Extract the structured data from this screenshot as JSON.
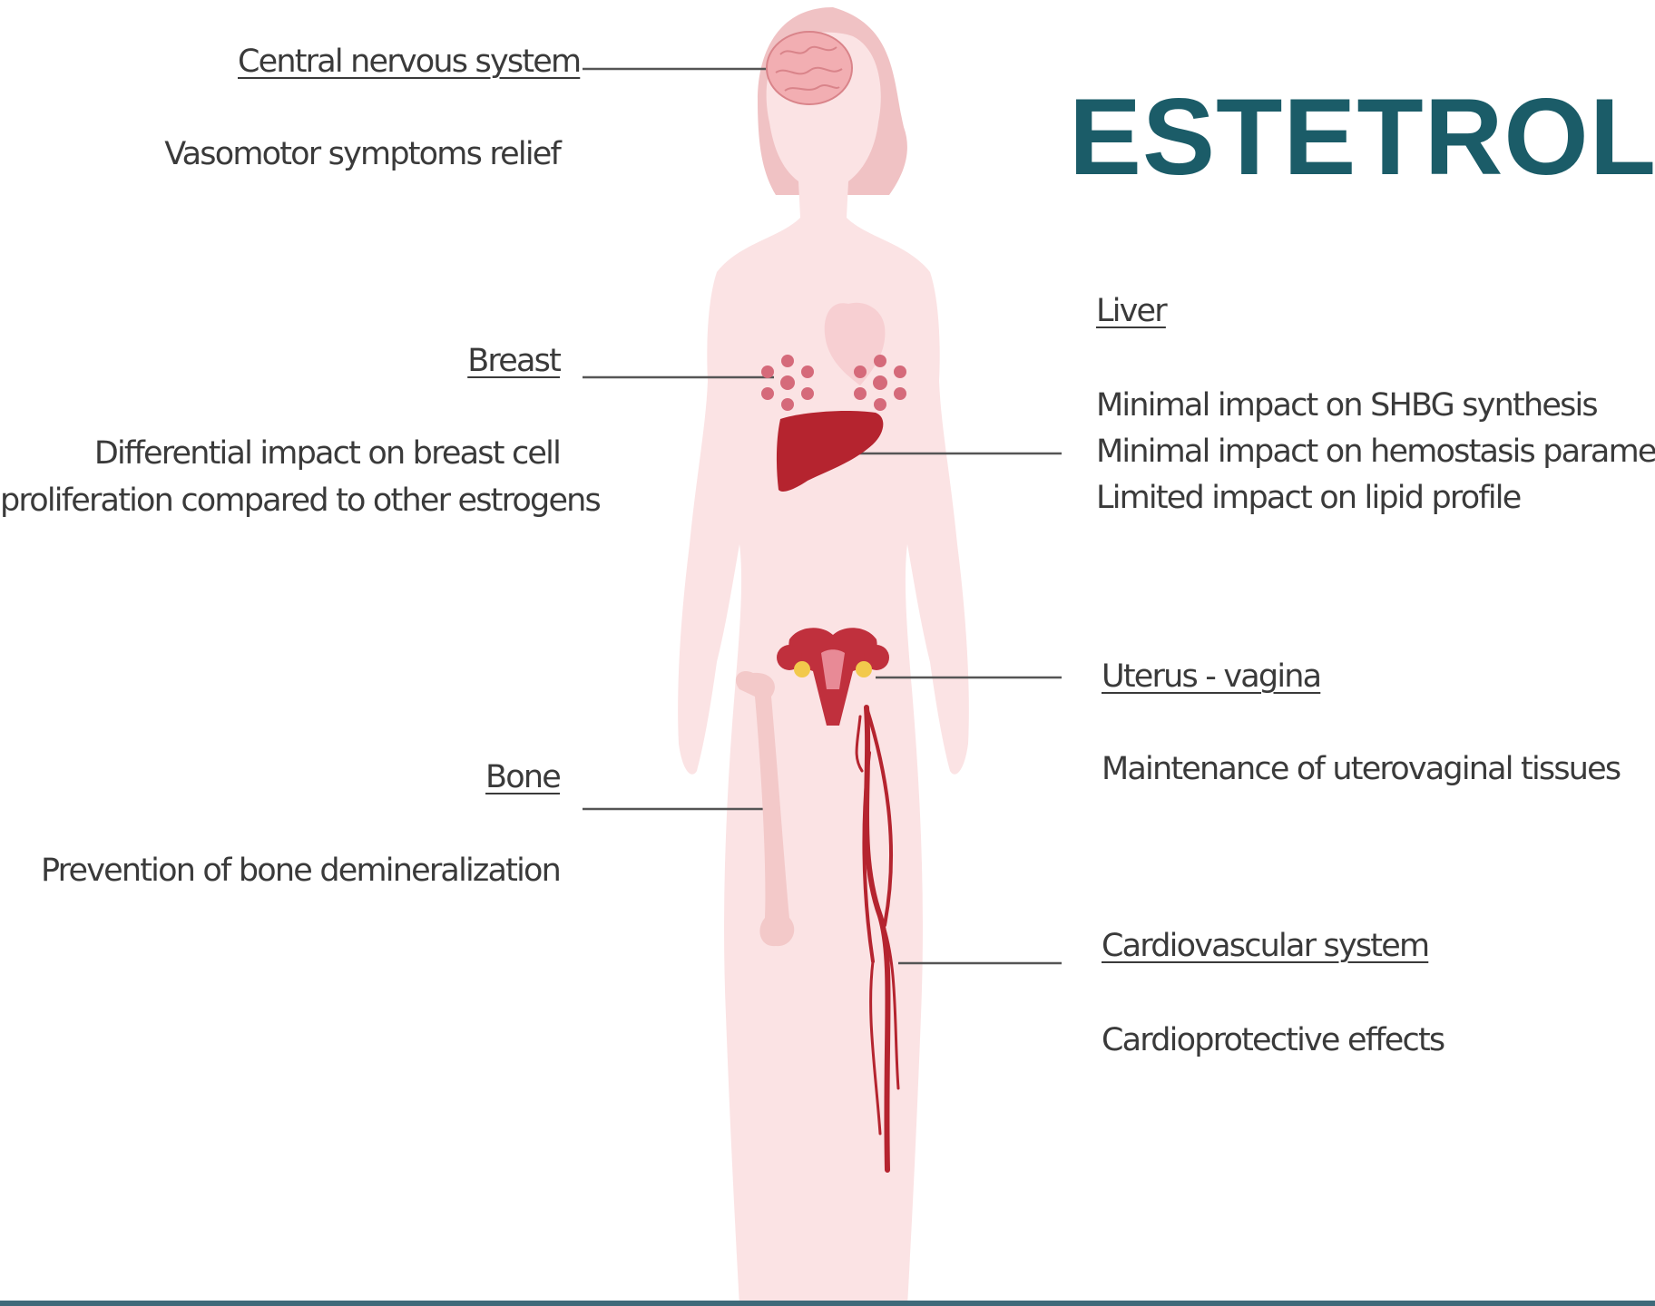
{
  "title": "ESTETROL",
  "colors": {
    "title": "#1b5c68",
    "silhouette": "#fbe3e4",
    "hair": "#f0c2c4",
    "organ": "#b5242f",
    "bone": "#f3c9c9",
    "leader": "#555555",
    "bottom_bar": "#3f6a7a"
  },
  "illustration": {
    "figure": "female-silhouette",
    "organs": [
      "brain-icon",
      "breast-glands-icon",
      "heart-icon",
      "liver-icon",
      "uterus-icon",
      "femur-icon",
      "leg-arteries-icon"
    ]
  },
  "sections": {
    "cns": {
      "heading": "Central nervous system",
      "lines": [
        "Vasomotor symptoms relief"
      ]
    },
    "breast": {
      "heading": "Breast",
      "lines": [
        "Differential impact on breast cell",
        "proliferation compared to other estrogens"
      ]
    },
    "bone": {
      "heading": "Bone",
      "lines": [
        "Prevention of bone demineralization"
      ]
    },
    "liver": {
      "heading": "Liver",
      "lines": [
        "Minimal impact on SHBG synthesis",
        "Minimal impact on hemostasis parameters",
        "Limited impact on lipid profile"
      ]
    },
    "uterus": {
      "heading": "Uterus - vagina",
      "lines": [
        "Maintenance of  uterovaginal tissues"
      ]
    },
    "cardio": {
      "heading": "Cardiovascular system",
      "lines": [
        "Cardioprotective effects"
      ]
    }
  }
}
